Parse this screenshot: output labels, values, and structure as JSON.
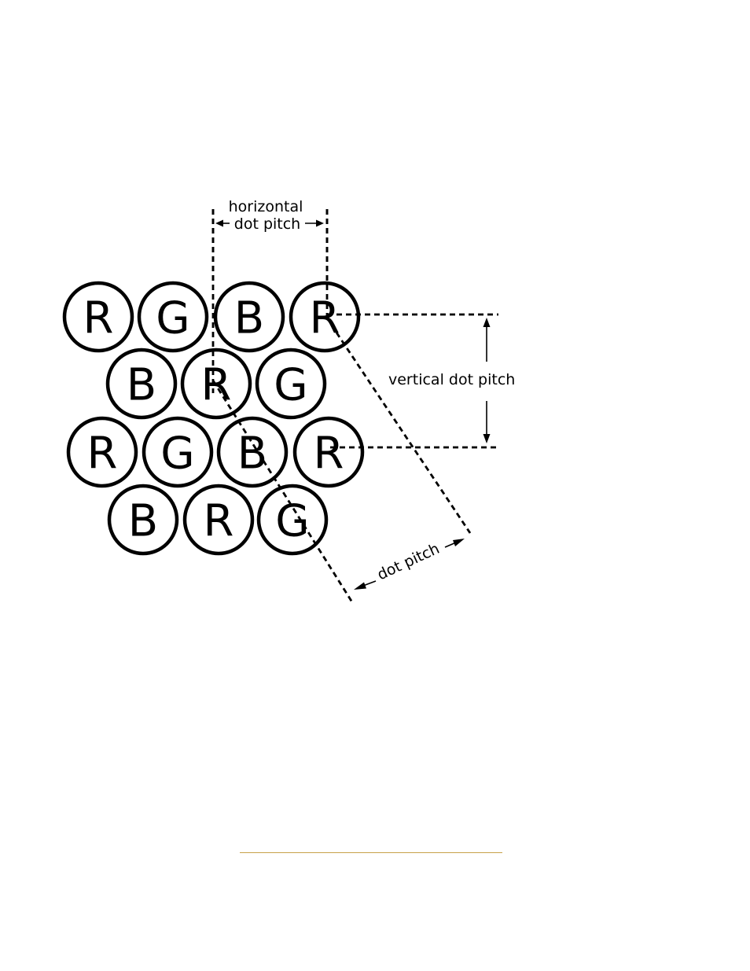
{
  "diagram": {
    "rows": [
      [
        "R",
        "G",
        "B",
        "R"
      ],
      [
        "B",
        "R",
        "G"
      ],
      [
        "R",
        "G",
        "B",
        "R"
      ],
      [
        "B",
        "R",
        "G"
      ]
    ],
    "labels": {
      "horizontal_line1": "horizontal",
      "horizontal_line2": "dot pitch",
      "vertical": "vertical dot pitch",
      "diagonal": "dot pitch"
    }
  },
  "colors": {
    "footer_rule": "#c8a24a"
  }
}
